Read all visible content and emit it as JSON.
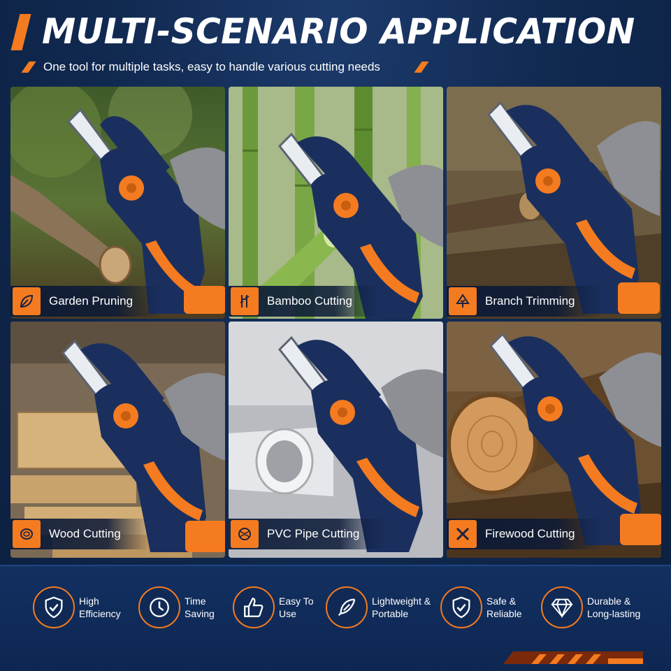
{
  "header": {
    "title": "MULTI-SCENARIO APPLICATION",
    "subtitle": "One tool for multiple tasks, easy to handle various cutting needs"
  },
  "scenarios": [
    {
      "label": "Garden Pruning",
      "icon": "leaf-icon"
    },
    {
      "label": "Bamboo Cutting",
      "icon": "bamboo-icon"
    },
    {
      "label": "Branch Trimming",
      "icon": "tree-icon"
    },
    {
      "label": "Wood Cutting",
      "icon": "wood-log-icon"
    },
    {
      "label": "PVC Pipe Cutting",
      "icon": "pipe-icon"
    },
    {
      "label": "Firewood Cutting",
      "icon": "crossed-logs-icon"
    }
  ],
  "features": [
    {
      "line1": "High",
      "line2": "Efficiency",
      "icon": "shield-check-icon"
    },
    {
      "line1": "Time",
      "line2": "Saving",
      "icon": "clock-icon"
    },
    {
      "line1": "Easy To",
      "line2": "Use",
      "icon": "thumbs-up-icon"
    },
    {
      "line1": "Lightweight &",
      "line2": "Portable",
      "icon": "feather-icon"
    },
    {
      "line1": "Safe &",
      "line2": "Reliable",
      "icon": "shield-check-icon"
    },
    {
      "line1": "Durable &",
      "line2": "Long-lasting",
      "icon": "diamond-icon"
    }
  ],
  "colors": {
    "accent": "#f47b20",
    "background": "#0f2344",
    "tool_body": "#1b2f5e"
  }
}
